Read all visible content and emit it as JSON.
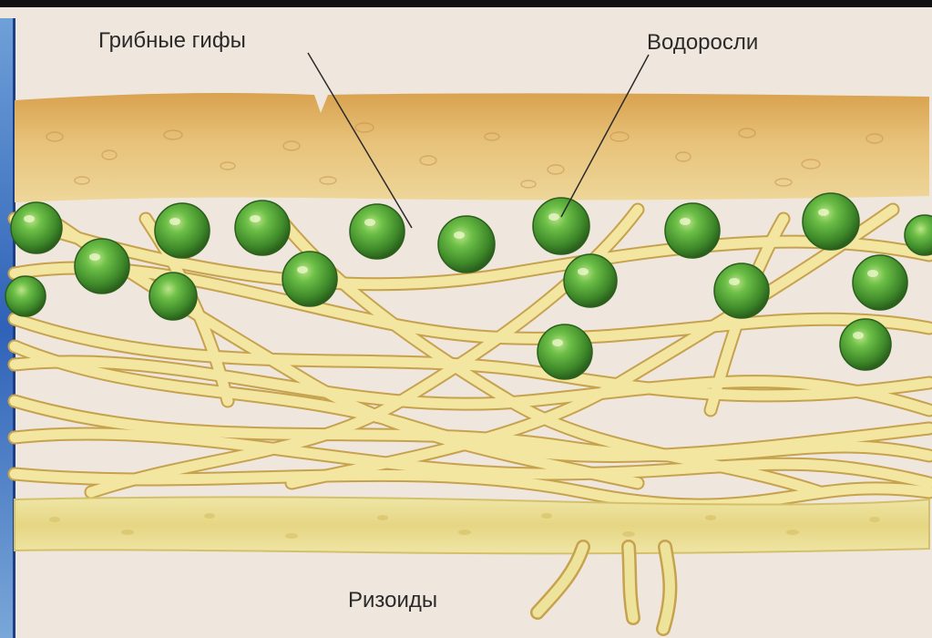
{
  "labels": {
    "hyphae": "Грибные гифы",
    "algae": "Водоросли",
    "rhizoids": "Ризоиды"
  },
  "colors": {
    "paper": "#efe7dd",
    "upper_cortex": "#e7c27a",
    "upper_cortex_dark": "#d9a24f",
    "hypha_fill": "#f2e6a0",
    "hypha_stroke": "#c7a24e",
    "lower_cortex": "#eee39a",
    "alga_fill": "#4f9a34",
    "alga_dark": "#2f6b1f",
    "frame_blue": "#2f62b8"
  },
  "icons": {
    "algae_cells": "alga-cell-icon"
  }
}
